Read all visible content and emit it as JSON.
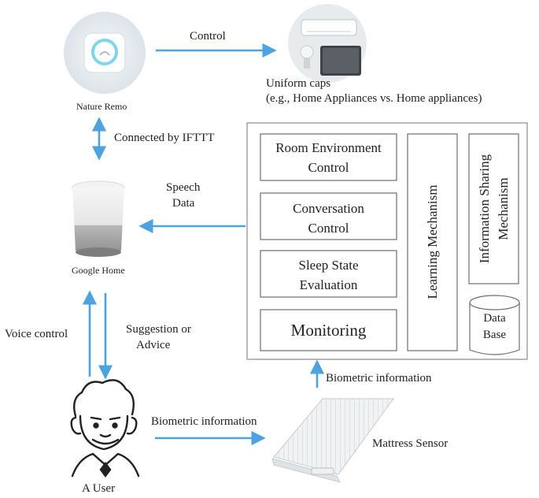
{
  "colors": {
    "arrow": "#4da3e0",
    "box_border": "#6e6e6e",
    "panel_border": "#8c8c8c",
    "text": "#222222"
  },
  "devices": {
    "nature_remo": "Nature Remo",
    "google_home": "Google Home",
    "user": "A User",
    "mattress_sensor": "Mattress Sensor",
    "appliances_caption_line1": "Uniform caps",
    "appliances_caption_line2": "(e.g., Home Appliances vs. Home appliances)"
  },
  "edges": {
    "control": "Control",
    "ifttt": "Connected by IFTTT",
    "speech_line1": "Speech",
    "speech_line2": "Data",
    "voice_control": "Voice control",
    "suggestion_line1": "Suggestion or",
    "suggestion_line2": "Advice",
    "biometric_user": "Biometric information",
    "biometric_system": "Biometric information"
  },
  "system": {
    "room_env_line1": "Room Environment",
    "room_env_line2": "Control",
    "conversation_line1": "Conversation",
    "conversation_line2": "Control",
    "sleep_line1": "Sleep State",
    "sleep_line2": "Evaluation",
    "monitoring": "Monitoring",
    "learning": "Learning Mechanism",
    "info_sharing_line1": "Information Sharing",
    "info_sharing_line2": "Mechanism",
    "database_line1": "Data",
    "database_line2": "Base"
  },
  "icons": [
    "hub-device-icon",
    "home-appliances-icon",
    "smart-speaker-icon",
    "elderly-user-icon",
    "mattress-sensor-icon",
    "database-cylinder-icon"
  ]
}
